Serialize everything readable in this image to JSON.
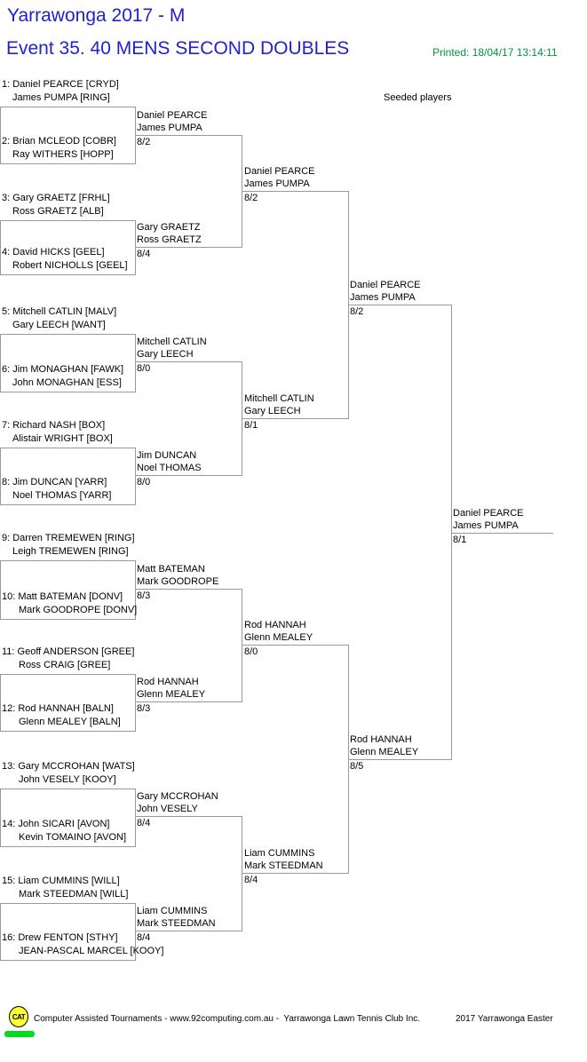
{
  "header": {
    "title": "Yarrawonga 2017 - M",
    "event": "Event 35. 40 MENS SECOND DOUBLES",
    "printed": "Printed: 18/04/17 13:14:11",
    "seeded_label": "Seeded players"
  },
  "bracket": {
    "teams": [
      {
        "line1": "1: Daniel PEARCE [CRYD]",
        "line2": "James PUMPA [RING]"
      },
      {
        "line1": "2: Brian MCLEOD [COBR]",
        "line2": "Ray WITHERS [HOPP]"
      },
      {
        "line1": "3: Gary GRAETZ [FRHL]",
        "line2": "Ross GRAETZ [ALB]"
      },
      {
        "line1": "4: David HICKS [GEEL]",
        "line2": "Robert NICHOLLS [GEEL]"
      },
      {
        "line1": "5: Mitchell CATLIN [MALV]",
        "line2": "Gary LEECH [WANT]"
      },
      {
        "line1": "6: Jim MONAGHAN [FAWK]",
        "line2": "John MONAGHAN [ESS]"
      },
      {
        "line1": "7: Richard NASH [BOX]",
        "line2": "Alistair WRIGHT [BOX]"
      },
      {
        "line1": "8: Jim DUNCAN [YARR]",
        "line2": "Noel THOMAS [YARR]"
      },
      {
        "line1": "9: Darren TREMEWEN [RING]",
        "line2": "Leigh TREMEWEN [RING]"
      },
      {
        "line1": "10: Matt BATEMAN [DONV]",
        "line2": "Mark GOODROPE [DONV]"
      },
      {
        "line1": "11: Geoff ANDERSON [GREE]",
        "line2": "Ross CRAIG [GREE]"
      },
      {
        "line1": "12: Rod HANNAH [BALN]",
        "line2": "Glenn MEALEY [BALN]"
      },
      {
        "line1": "13: Gary MCCROHAN [WATS]",
        "line2": "John VESELY [KOOY]"
      },
      {
        "line1": "14: John SICARI [AVON]",
        "line2": "Kevin TOMAINO [AVON]"
      },
      {
        "line1": "15: Liam CUMMINS [WILL]",
        "line2": "Mark STEEDMAN [WILL]"
      },
      {
        "line1": "16: Drew FENTON [STHY]",
        "line2": "JEAN-PASCAL MARCEL [KOOY]"
      }
    ],
    "r16_winners": [
      {
        "name1": "Daniel PEARCE",
        "name2": "James PUMPA",
        "score": "8/2"
      },
      {
        "name1": "Gary GRAETZ",
        "name2": "Ross GRAETZ",
        "score": "8/4"
      },
      {
        "name1": "Mitchell CATLIN",
        "name2": "Gary LEECH",
        "score": "8/0"
      },
      {
        "name1": "Jim DUNCAN",
        "name2": "Noel THOMAS",
        "score": "8/0"
      },
      {
        "name1": "Matt BATEMAN",
        "name2": "Mark GOODROPE",
        "score": "8/3"
      },
      {
        "name1": "Rod HANNAH",
        "name2": "Glenn MEALEY",
        "score": "8/3"
      },
      {
        "name1": "Gary MCCROHAN",
        "name2": "John VESELY",
        "score": "8/4"
      },
      {
        "name1": "Liam CUMMINS",
        "name2": "Mark STEEDMAN",
        "score": "8/4"
      }
    ],
    "qf_winners": [
      {
        "name1": "Daniel PEARCE",
        "name2": "James PUMPA",
        "score": "8/2"
      },
      {
        "name1": "Mitchell CATLIN",
        "name2": "Gary LEECH",
        "score": "8/1"
      },
      {
        "name1": "Rod HANNAH",
        "name2": "Glenn MEALEY",
        "score": "8/0"
      },
      {
        "name1": "Liam CUMMINS",
        "name2": "Mark STEEDMAN",
        "score": "8/4"
      }
    ],
    "sf_winners": [
      {
        "name1": "Daniel PEARCE",
        "name2": "James PUMPA",
        "score": "8/2"
      },
      {
        "name1": "Rod HANNAH",
        "name2": "Glenn MEALEY",
        "score": "8/5"
      }
    ],
    "champion": {
      "name1": "Daniel PEARCE",
      "name2": "James PUMPA",
      "score": "8/1"
    }
  },
  "footer": {
    "logo_text": "CAT",
    "credit": "Computer Assisted Tournaments - www.92computing.com.au -  Yarrawonga Lawn Tennis Club Inc.",
    "event_name": "2017 Yarrawonga Easter"
  },
  "colors": {
    "title_blue": "#2222CC",
    "printed_green": "#009540",
    "line_gray": "#999999",
    "logo_yellow": "#FFFF33",
    "logo_green": "#00DC1E"
  }
}
